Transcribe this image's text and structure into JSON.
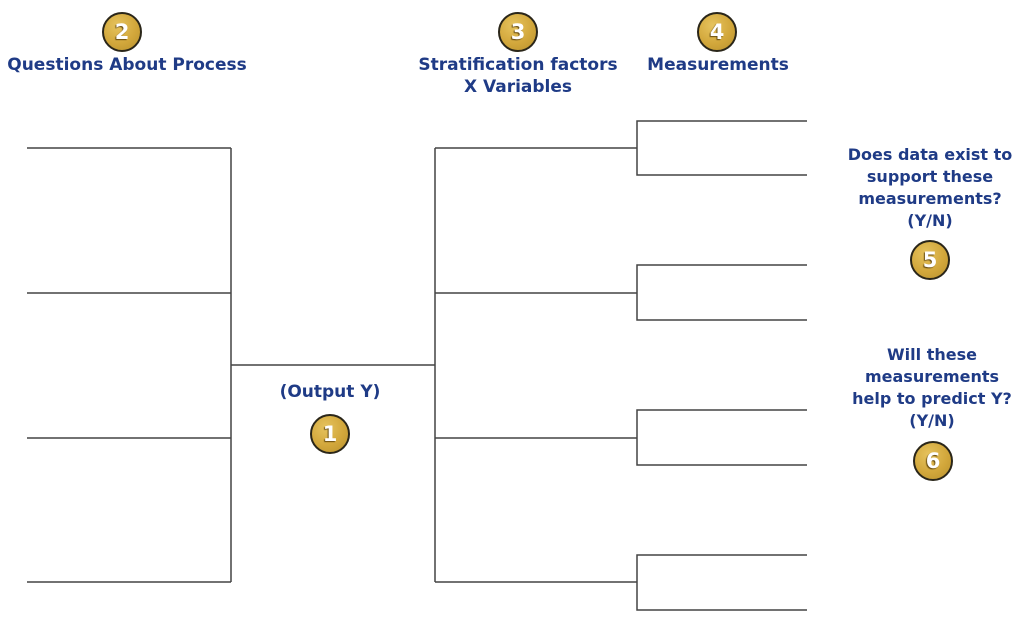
{
  "colors": {
    "navy": "#1F3B86",
    "gold": "#D2A73B",
    "line": "#444444"
  },
  "labels": {
    "questions": "Questions About Process",
    "stratification": "Stratification factors\nX Variables",
    "measurements": "Measurements",
    "output_y": "(Output Y)",
    "data_exists_question": "Does data exist to\nsupport these\nmeasurements?\n(Y/N)",
    "predict_question": "Will these\nmeasurements\nhelp to predict Y?\n(Y/N)"
  },
  "badges": {
    "output_y": "1",
    "questions": "2",
    "stratification": "3",
    "measurements": "4",
    "data_exists": "5",
    "predict": "6"
  }
}
